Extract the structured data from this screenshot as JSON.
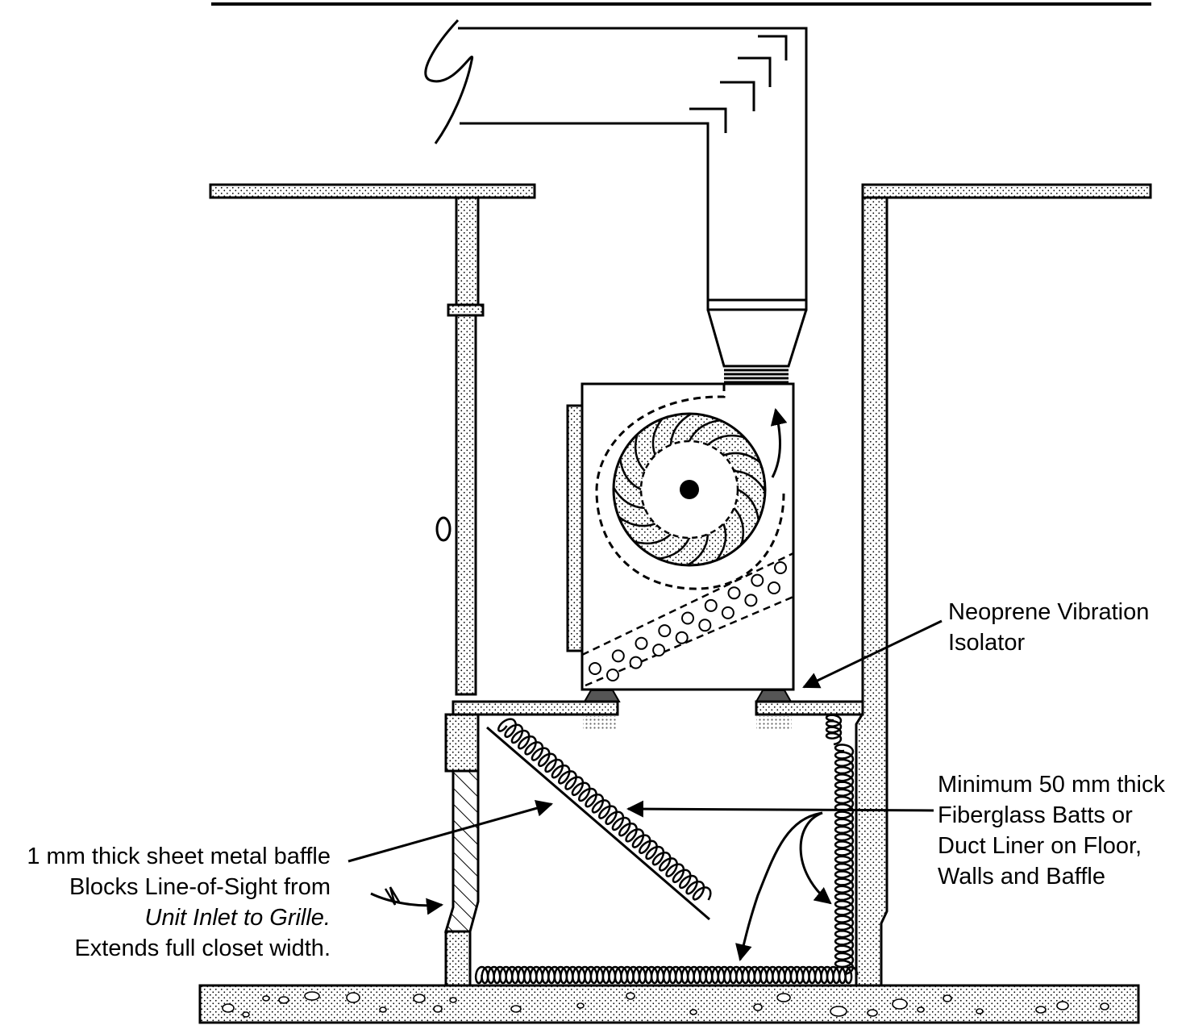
{
  "labels": {
    "isolator": {
      "line1": "Neoprene Vibration",
      "line2": "Isolator"
    },
    "fiberglass": {
      "line1": "Minimum 50 mm thick",
      "line2": "Fiberglass Batts or",
      "line3": "Duct Liner on Floor,",
      "line4": "Walls and Baffle"
    },
    "baffle": {
      "line1": "1 mm thick sheet metal baffle",
      "line2": "Blocks Line-of-Sight from",
      "line3": "Unit Inlet to Grille.",
      "line4": "Extends full closet width."
    }
  },
  "colors": {
    "ink": "#000000",
    "paper": "#ffffff",
    "isolator_pad": "#555555"
  }
}
